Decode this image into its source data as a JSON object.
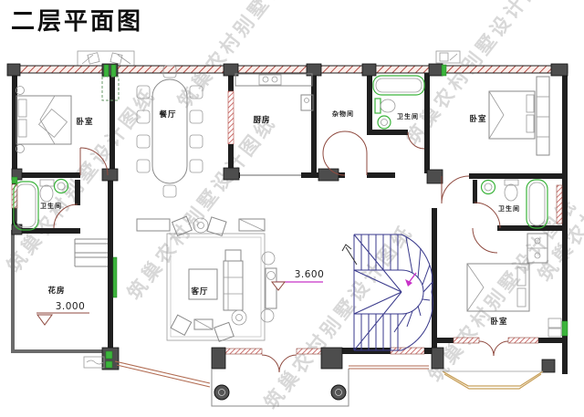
{
  "title": "二层平面图",
  "watermark": "筑巢农村别墅设计图纸",
  "rooms": {
    "bedroom_tl": "卧室",
    "dining": "餐厅",
    "kitchen": "厨房",
    "storage": "杂物间",
    "bath_top": "卫生间",
    "bedroom_tr": "卧室",
    "bath_left": "卫生间",
    "living": "客厅",
    "flower": "花房",
    "bath_mid": "卫生间",
    "bedroom_br": "卧室"
  },
  "annotations": {
    "elev_living": "3.600",
    "elev_flower": "3.000"
  },
  "colors": {
    "wall": "#1f1f1f",
    "exterior_hatch": "#b24b45",
    "window": "#c0504d",
    "fixture_green": "#3cb43c",
    "stair_blue": "#3a3a8c",
    "door_arc": "#8f4a3f",
    "elevation_line": "#c833c8",
    "balcony_tan": "#c8a05a",
    "column_gray": "#4d4d4d",
    "furniture_gray": "#8a8a8a"
  }
}
